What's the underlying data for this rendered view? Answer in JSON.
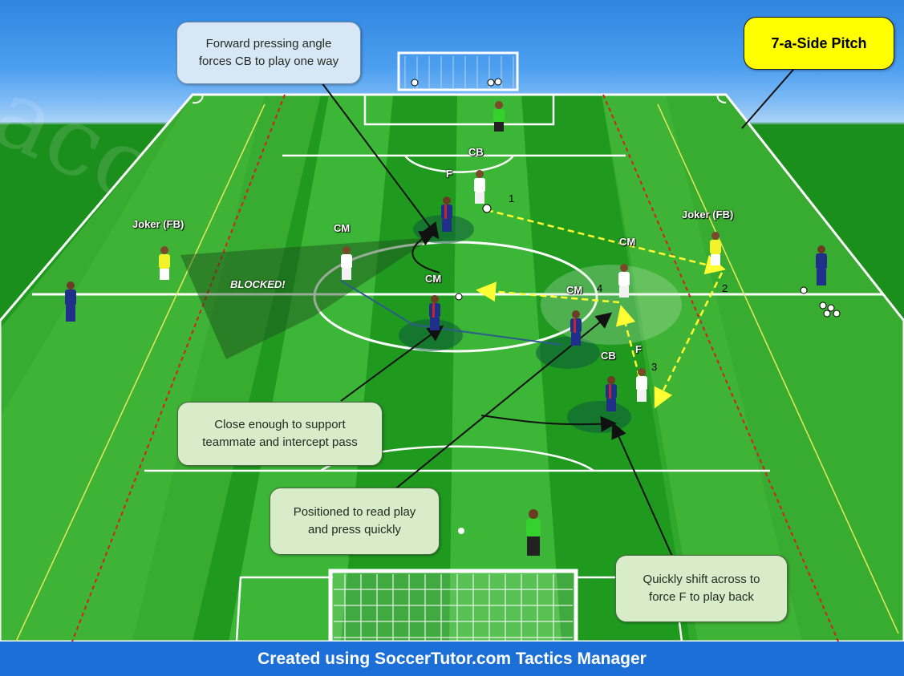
{
  "title_callout": "7-a-Side Pitch",
  "callouts": {
    "forward_pressing": "Forward pressing angle\nforces CB to play one way",
    "close_enough": "Close enough to support\nteammate and intercept pass",
    "positioned": "Positioned to read play\nand press quickly",
    "quickly_shift": "Quickly shift across to\nforce F to play back"
  },
  "labels": {
    "joker_left": "Joker (FB)",
    "joker_right": "Joker (FB)",
    "cm_left": "CM",
    "cm_center": "CM",
    "cm_right_top": "CM",
    "cm_right_mid": "CM",
    "cb_top": "CB",
    "cb_mid": "CB",
    "f_top": "F",
    "f_mid": "F",
    "blocked": "BLOCKED!"
  },
  "pass_numbers": {
    "n1": "1",
    "n2": "2",
    "n3": "3",
    "n4": "4"
  },
  "footer": "Created using SoccerTutor.com Tactics Manager",
  "watermark": "ассистент-тренера.ru",
  "colors": {
    "pitch_dark": "#1f9a1f",
    "pitch_light": "#3fb83a",
    "team_blue": "#1f2f8a",
    "team_red": "#c0272d",
    "team_white": "#ffffff",
    "joker_yellow": "#f2f22a",
    "keeper_green": "#35d12c",
    "pass_line": "#ffff33",
    "footer_blue": "#1c6fd6"
  }
}
